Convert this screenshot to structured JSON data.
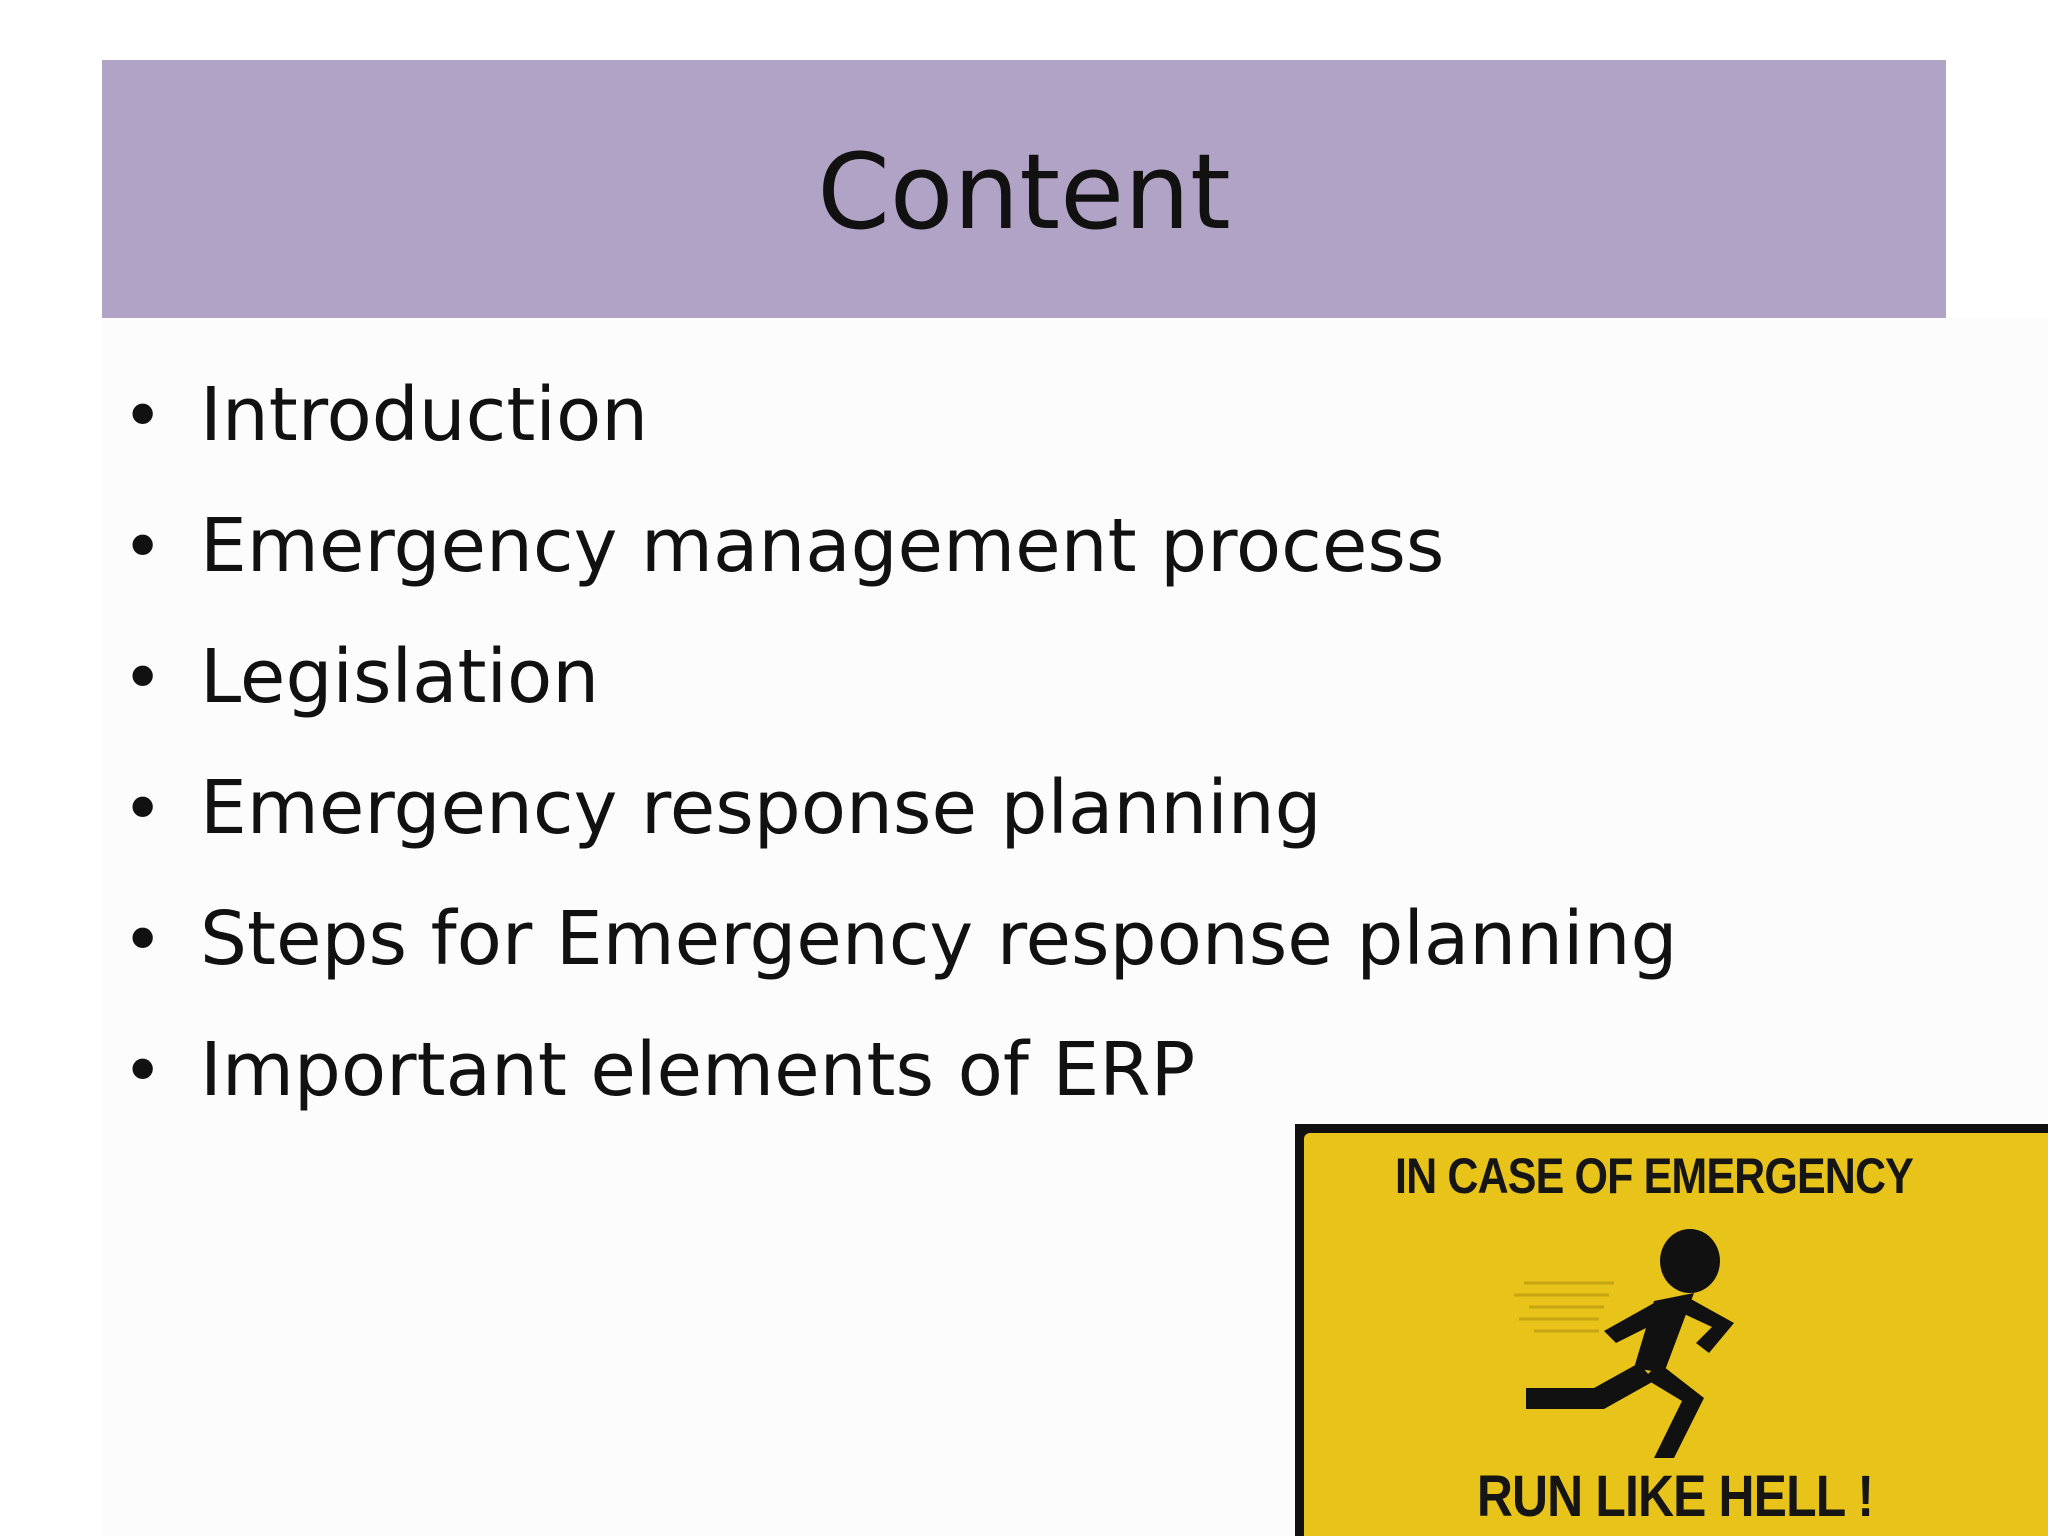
{
  "slide": {
    "title": "Content",
    "bullets": [
      "Introduction",
      "Emergency management process",
      "Legislation",
      "Emergency response planning",
      "Steps for Emergency response planning",
      "Important elements of ERP"
    ],
    "bullet_glyph": "•"
  },
  "sign": {
    "top_text": "IN CASE OF EMERGENCY",
    "bottom_text": "RUN LIKE HELL !",
    "icon": "running-man-icon"
  },
  "colors": {
    "title_bar": "#b0a3c6",
    "sign_yellow": "#e8c31a",
    "text": "#111111"
  }
}
